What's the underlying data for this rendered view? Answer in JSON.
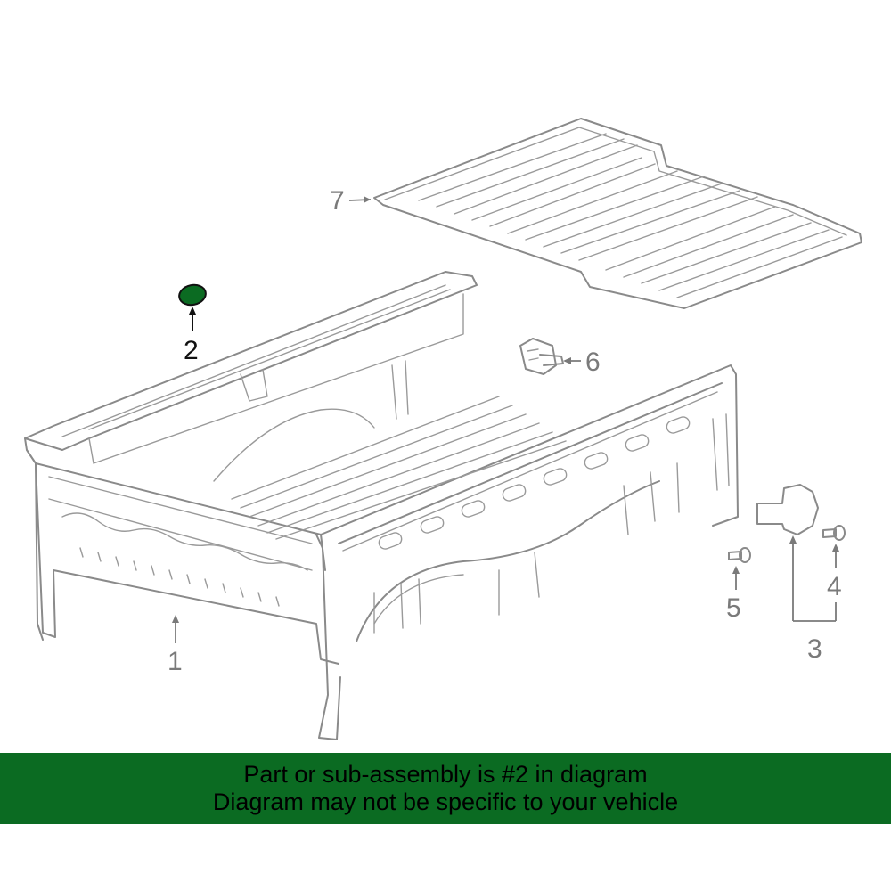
{
  "diagram": {
    "highlight_color": "#0b6b22",
    "line_color": "#8a8a8a",
    "callouts": {
      "c1": "1",
      "c2": "2",
      "c3": "3",
      "c4": "4",
      "c5": "5",
      "c6": "6",
      "c7": "7"
    }
  },
  "banner": {
    "background": "#0b6b22",
    "line1": "Part or sub-assembly is #2 in diagram",
    "line2": "Diagram may not be specific to your vehicle"
  }
}
